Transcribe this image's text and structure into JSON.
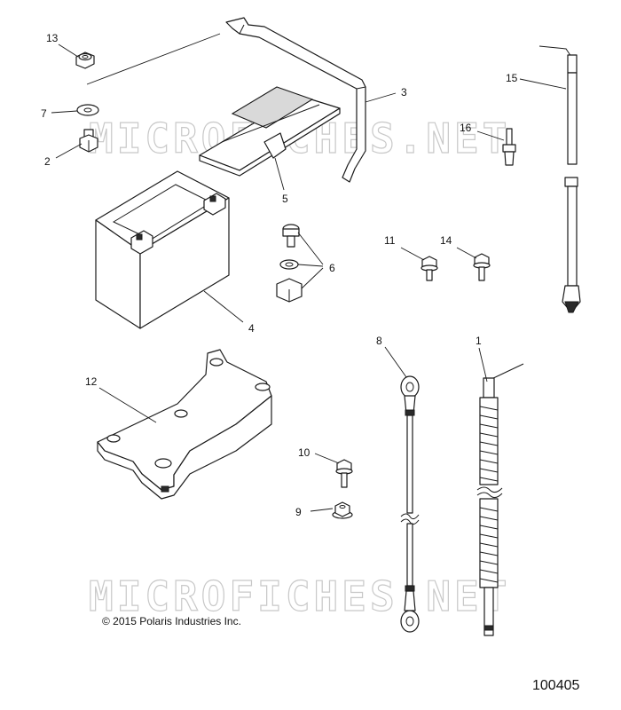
{
  "watermark": "MICROFICHES.NET",
  "callouts": {
    "c1": "1",
    "c2": "2",
    "c3": "3",
    "c4": "4",
    "c5": "5",
    "c6": "6",
    "c7": "7",
    "c8": "8",
    "c9": "9",
    "c10": "10",
    "c11": "11",
    "c12": "12",
    "c13": "13",
    "c14": "14",
    "c15": "15",
    "c16": "16"
  },
  "copyright": "© 2015 Polaris Industries Inc.",
  "figure_number": "100405"
}
